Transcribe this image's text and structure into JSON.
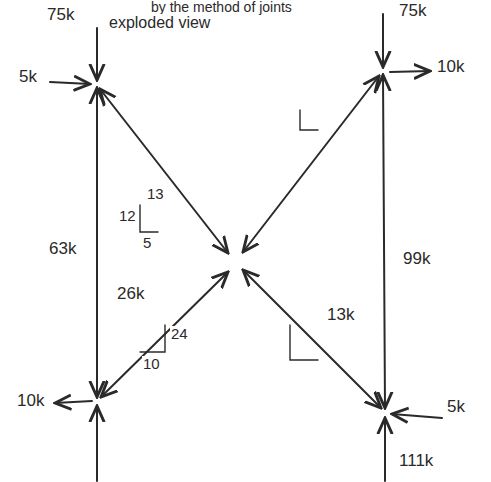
{
  "diagram": {
    "labels": [
      "by the method of joints",
      "75k",
      "exploded view",
      "5k",
      "75k",
      "10k",
      "63k",
      "12",
      "13",
      "5",
      "26k",
      "24",
      "10",
      "13k",
      "99k",
      "10k",
      "5k",
      "111k"
    ]
  }
}
